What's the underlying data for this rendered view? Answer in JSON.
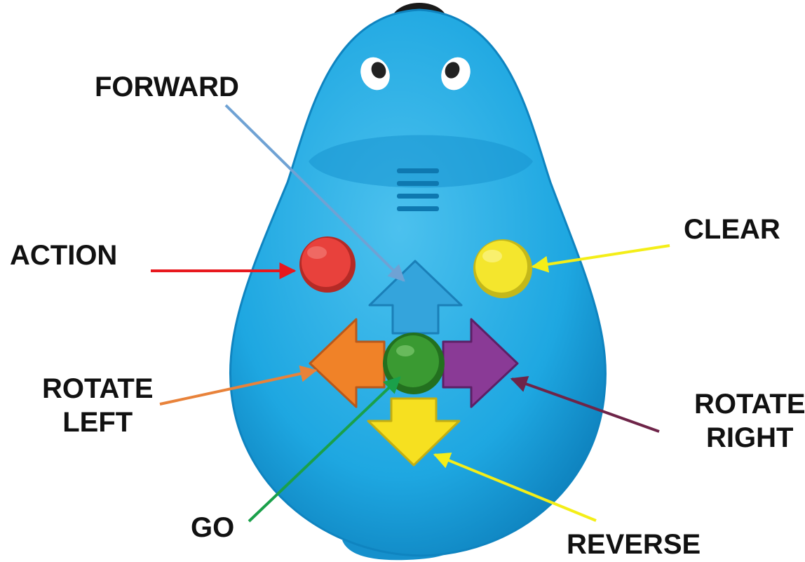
{
  "labels": {
    "forward": "FORWARD",
    "action": "ACTION",
    "clear": "CLEAR",
    "rotate_left_line1": "ROTATE",
    "rotate_left_line2": "LEFT",
    "rotate_right_line1": "ROTATE",
    "rotate_right_line2": "RIGHT",
    "go": "GO",
    "reverse": "REVERSE"
  },
  "colors": {
    "body": "#1ea7e1",
    "body_dark": "#0f84c0",
    "forward_button": "#34a4dc",
    "action_button": "#e8413c",
    "clear_button": "#f4e62d",
    "rotate_left_button": "#f08228",
    "rotate_right_button": "#8a3a96",
    "go_button": "#3a9a32",
    "reverse_button": "#f6e020",
    "arrow_forward": "#6fa2d4",
    "arrow_action": "#e8181e",
    "arrow_clear": "#f4ee18",
    "arrow_rotate_left": "#e8823a",
    "arrow_rotate_right": "#6e2448",
    "arrow_go": "#1aa04a",
    "arrow_reverse": "#f4ee18"
  }
}
